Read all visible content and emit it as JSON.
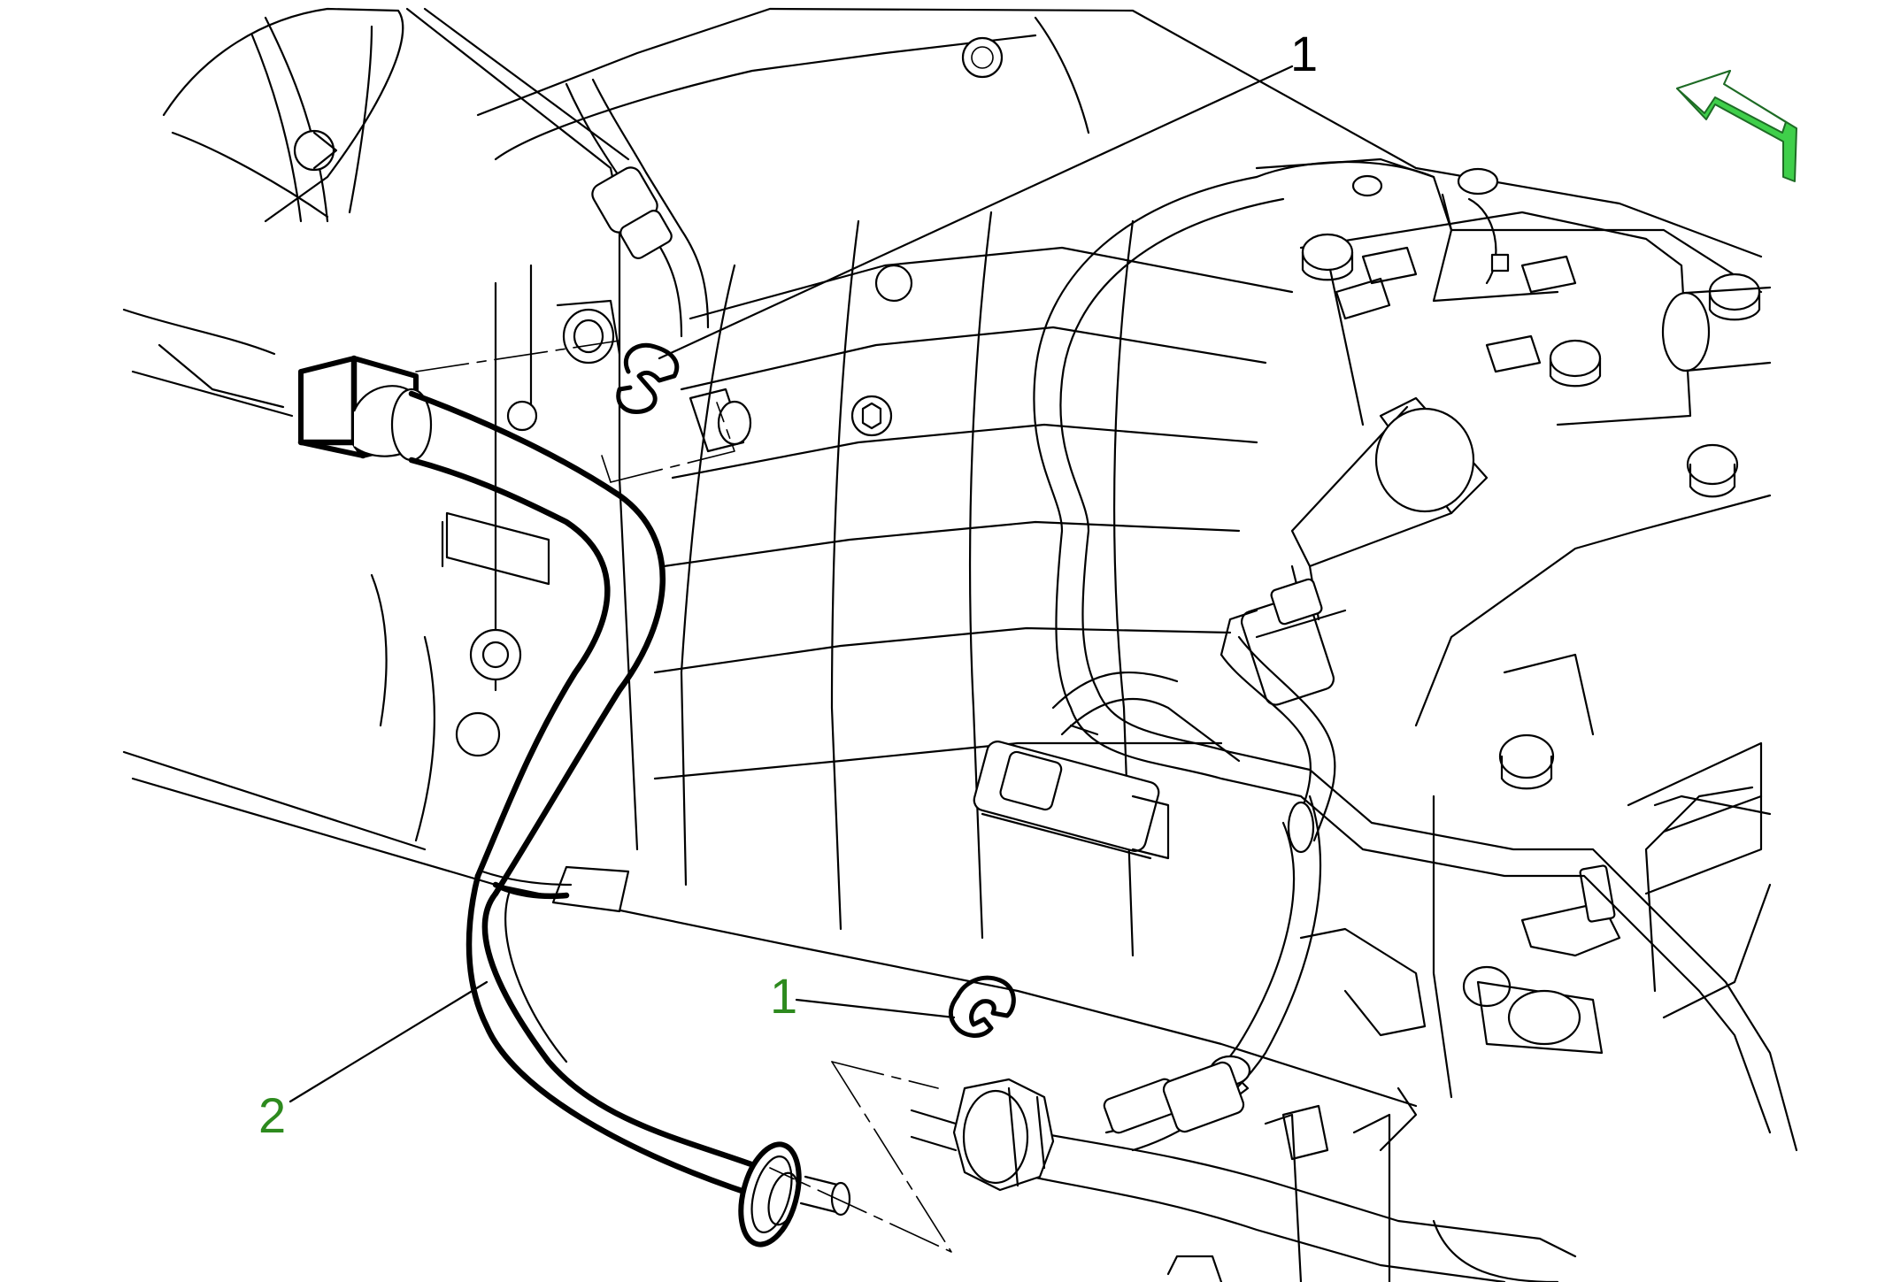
{
  "callouts": {
    "c1_top": "1",
    "c1_mid": "1",
    "c2": "2"
  },
  "colors": {
    "callout": "#2d8a1e",
    "arrow_fill": "#3fcf4a",
    "line": "#000000"
  },
  "icons": {
    "orientation_arrow": "forward-direction-arrow-icon"
  }
}
